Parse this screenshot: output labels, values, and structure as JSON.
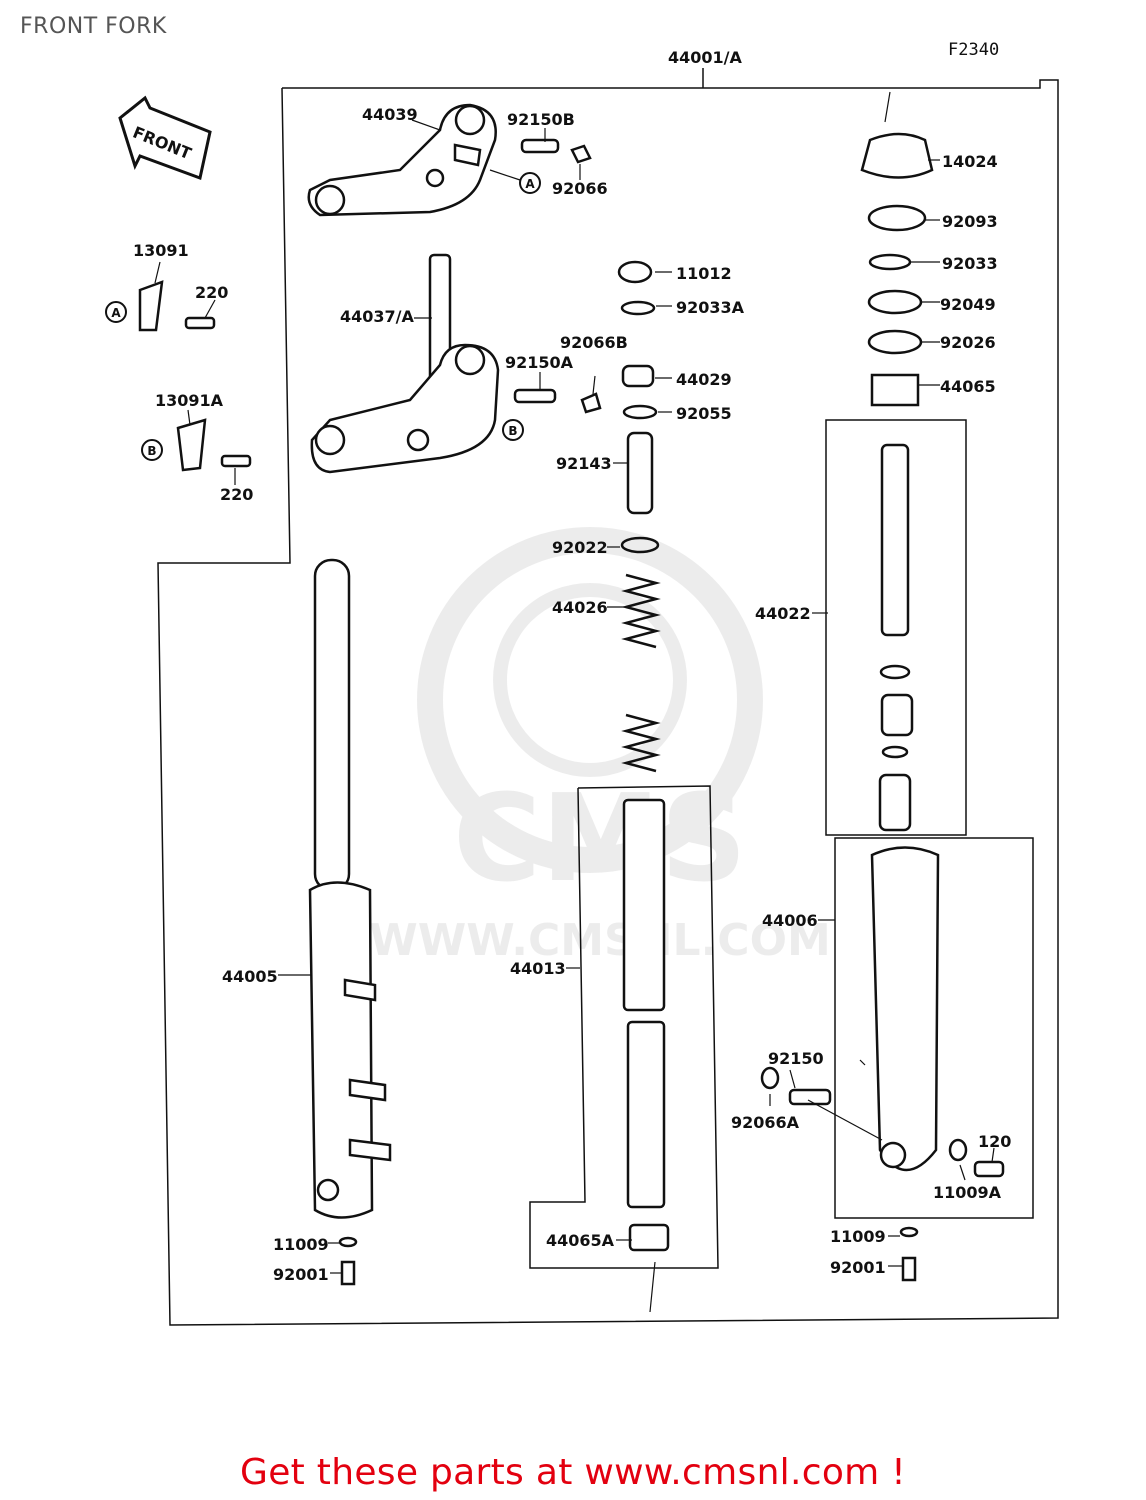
{
  "header": {
    "title": "FRONT FORK",
    "diagram_code": "F2340"
  },
  "front_arrow_label": "FRONT",
  "watermark": {
    "logo_text": "CMS",
    "url": "WWW.CMSNL.COM"
  },
  "footer": {
    "promo_text": "Get these parts at www.cmsnl.com !"
  },
  "parts": {
    "p44001": "44001/A",
    "p44039": "44039",
    "p92150b": "92150B",
    "p92066": "92066",
    "p13091": "13091",
    "p220a": "220",
    "p44037": "44037/A",
    "p92066b": "92066B",
    "p92150a": "92150A",
    "p13091a": "13091A",
    "p220b": "220",
    "p11012": "11012",
    "p92033a": "92033A",
    "p44029": "44029",
    "p92055": "92055",
    "p92143": "92143",
    "p92022": "92022",
    "p44026": "44026",
    "p14024": "14024",
    "p92093": "92093",
    "p92033": "92033",
    "p92049": "92049",
    "p92026": "92026",
    "p44065": "44065",
    "p44022": "44022",
    "p44006": "44006",
    "p44005": "44005",
    "p44013": "44013",
    "p92150": "92150",
    "p92066a": "92066A",
    "p120": "120",
    "p11009a": "11009A",
    "p11009l": "11009",
    "p92001l": "92001",
    "p44065a": "44065A",
    "p11009r": "11009",
    "p92001r": "92001"
  },
  "callouts": {
    "a": "A",
    "b": "B"
  }
}
